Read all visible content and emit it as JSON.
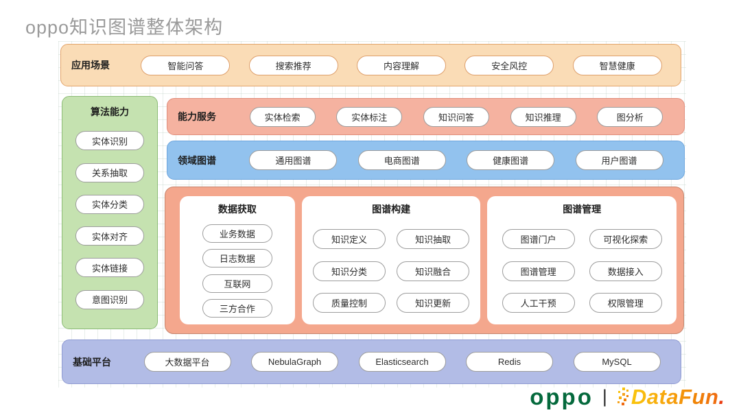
{
  "title": "oppo知识图谱整体架构",
  "layers": {
    "application": {
      "label": "应用场景",
      "items": [
        "智能问答",
        "搜索推荐",
        "内容理解",
        "安全风控",
        "智慧健康"
      ]
    },
    "algorithm": {
      "label": "算法能力",
      "items": [
        "实体识别",
        "关系抽取",
        "实体分类",
        "实体对齐",
        "实体链接",
        "意图识别"
      ]
    },
    "capability": {
      "label": "能力服务",
      "items": [
        "实体检索",
        "实体标注",
        "知识问答",
        "知识推理",
        "图分析"
      ]
    },
    "domain": {
      "label": "领域图谱",
      "items": [
        "通用图谱",
        "电商图谱",
        "健康图谱",
        "用户图谱"
      ]
    },
    "construction": {
      "groups": [
        {
          "title": "数据获取",
          "items": [
            "业务数据",
            "日志数据",
            "互联网",
            "三方合作"
          ]
        },
        {
          "title": "图谱构建",
          "items": [
            "知识定义",
            "知识抽取",
            "知识分类",
            "知识融合",
            "质量控制",
            "知识更新"
          ]
        },
        {
          "title": "图谱管理",
          "items": [
            "图谱门户",
            "可视化探索",
            "图谱管理",
            "数据接入",
            "人工干预",
            "权限管理"
          ]
        }
      ]
    },
    "infrastructure": {
      "label": "基础平台",
      "items": [
        "大数据平台",
        "NebulaGraph",
        "Elasticsearch",
        "Redis",
        "MySQL"
      ]
    }
  },
  "footer": {
    "oppo_text": "oppo",
    "separator": "|",
    "datafun_text": "DataFun",
    "datafun_period": "."
  },
  "colors": {
    "application_fill": "#fadcb6",
    "application_border": "#e2a369",
    "algorithm_fill": "#c5e2b0",
    "algorithm_border": "#8bbb75",
    "capability_fill": "#f5b2a0",
    "capability_border": "#e08d7b",
    "domain_fill": "#92c2ee",
    "domain_border": "#6ba4dc",
    "construction_fill": "#f4a78d",
    "construction_border": "#c5846c",
    "infrastructure_fill": "#b2bce6",
    "infrastructure_border": "#8e9ad2",
    "pill_border": "#9c9c9c",
    "title_gray": "#9a9a9a",
    "oppo_green": "#04693c",
    "datafun_yellow": "#f9c20d",
    "datafun_orange": "#f08306",
    "datafun_red": "#ea3b10"
  }
}
